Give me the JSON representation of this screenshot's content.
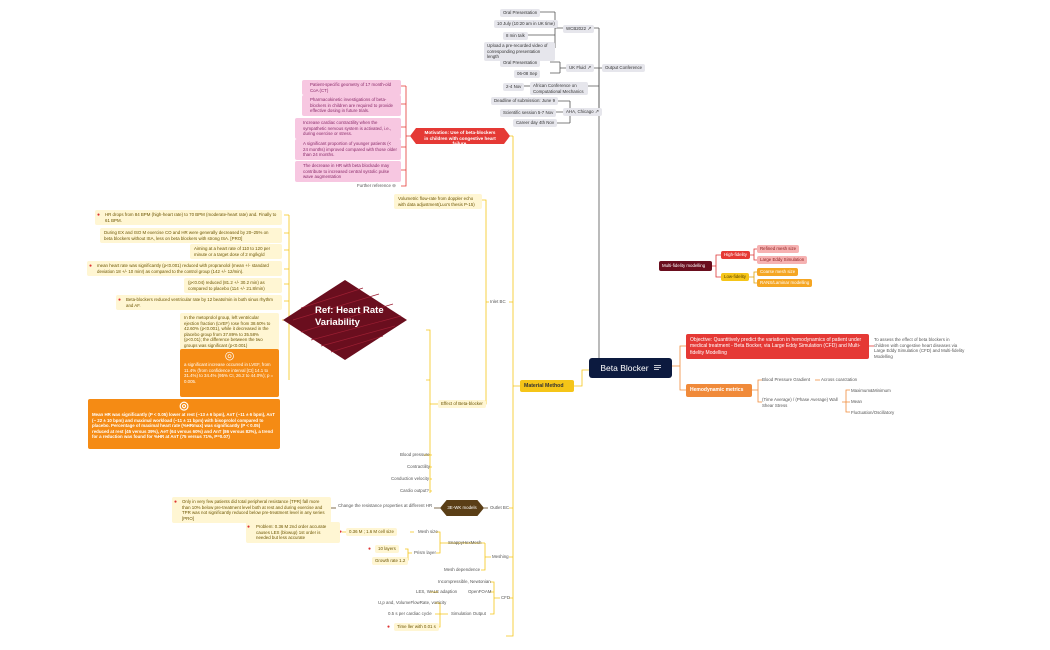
{
  "central": {
    "title": "Beta Blocker",
    "icon": "notes-icon"
  },
  "objective": {
    "label": "Objective: Quantitively predict the variation in hemodynamics of patient under medical treatment - Beta Bocker, via Large Eddy Simulation (CFD) and Multi-fidelity Modelling",
    "note": "To assess the effect of beta blockers in children with congestive heart diseases via Large Eddy Simulation (CFD) and Multi-fidelity Modelling"
  },
  "hemodynamic": {
    "label": "Hemodynamic metrics",
    "bp": "Blood Pressure Gradient",
    "bp_child": "Across coarctation",
    "wss": "(Time Average) / (Phase Average) Wall Shear Stress",
    "wss_children": [
      "Maximum&Minimum",
      "Mean",
      "Fluctuation/Oscillatory"
    ]
  },
  "multifidelity": {
    "label": "Multi-fidelity modelling",
    "high": "High-fidelity",
    "high_children": [
      "Refined mesh size",
      "Large Eddy Simulation"
    ],
    "low": "Low-fidelity",
    "low_children": [
      "Coarse mesh size",
      "RANS/Laminar modelling"
    ]
  },
  "conference": {
    "label": "Output Conference",
    "wcb": {
      "label": "WCB2022",
      "items": [
        "Oral Presentation",
        "10 July (10:20 am in UK time)",
        "8 min talk",
        "Upload a pre-recorded video of corresponding presentation length"
      ]
    },
    "uk": {
      "label": "UK Fluid",
      "items": [
        "Oral Presentation",
        "06-08 Sep"
      ]
    },
    "african": {
      "label": "African Conference on Computational Mechanics",
      "date": "2-4 Nov"
    },
    "aha": {
      "label": "AHA, Chicago",
      "items": [
        "Deadline of submission: June 9",
        "Scientific session 5-7 Nov",
        "Career day 4th Nov"
      ]
    }
  },
  "material": {
    "label": "Material Method"
  },
  "motivation": {
    "label": "Motivation: Use of beta-blockers in children with congestive heart failure.",
    "items": [
      "Patient-specific geometry of 17 month-old CoA (CT)",
      "Pharmacokinetic investigations of beta-blockers in children are required to provide effective dosing in future trials.",
      "Increase cardiac contractility when the sympathetic nervous system is activated, i.e., during exercise or stress.",
      "A significant proportion of younger patients (< 24 months) improved compared with those older than 24 months.",
      "The decrease in HR with beta blockade may contribute to increased central systolic pulse wave augmentation"
    ],
    "further": "Further reference"
  },
  "inlet": {
    "label": "Inlet BC",
    "volumetric": "Volumetric flow-rate from doppler echo with data adjustment(Luo's thesis P-15)"
  },
  "hrv": {
    "label": "Ref: Heart Rate Variability"
  },
  "effect": {
    "label": "Effect of Beta-blocker",
    "items": [
      "HR drops from 84 BPM (high-heart rate) to 70 BPM (moderate-heart rate) and. Finally to 61 BPM.",
      "During EX and ISO M exercise CO and HR were generally decreased by 20–25% on beta blockers without ISA, less on beta blockers with strong ISA. [PRO]",
      "Aiming at a heart rate of 110 to 120 per minute or a target dose of 2 mg/kg/d",
      "mean heart rate was significantly (p<0.001) reduced with propranolol (mean +/- standard deviation 18 +/- 10 min!) as compared to the control group (142 +/- 12/min).",
      "(p<0.04) reduced (81.2 +/- 30.2 min) as compared to placebo (114 +/- 21.8/min)",
      "Beta-blockers reduced ventricular rate by 12 beats/min in both sinus rhythm and AF.",
      "In the metoprolol group, left ventricular ejection fraction (LVEF) rose from 38.60% to 42.60% (p<0.001), while it decreased in the placebo group from 37.89% to 35.58% (p<0.01); the difference between the two groups was significant (p<0.001)",
      "a significant increase occurred in LVEF, from 11.4% (from confidence interval [CI] 14.1 to 31.4%) to 34.4% (95% CI, 26.2 to 44.0%); p = 0.005.",
      "Mean HR was significantly (P < 0.05) lower at rest (−13 ± 6 bpm), AnT (−11 ± 6 bpm), AnT (− 22 ± 10 bpm) and maximal workload (−11 ± 11 bpm) with bisoprolol compared to placebo. Percentage of maximal heart rate (%HRmax) was significantly (P < 0.05) reduced at rest (45 versus 39%), AeT (64 versus 60%) and AnT (86 versus 82%), a trend for a reduction was found for %HR at AnT (75 versus 71%, P=0.07)"
    ],
    "plain": [
      "Blood pressure",
      "Contractility",
      "Conduction velocity",
      "Cardio output?"
    ]
  },
  "outlet": {
    "label": "Outlet BC",
    "model": "3E-WK models",
    "change": "Change the resistance properties at different HR",
    "note": "Only in very few patients did total peripheral resistance (TPR) fall more than 10% below pre-treatment level both at rest and during exercise and TPR was not significantly reduced below pre-treatment level in any series [PRO]"
  },
  "meshing": {
    "label": "Meshing",
    "snappy": "SnappyHexMesh",
    "mesh_size": "Mesh size",
    "mesh_size_value": "0.36 M ; 1.6 M cell size",
    "problem": "Problem: 0.36 M 2nd order accurate causes LES (blowup) 1st order is needed but less accurate",
    "prism": "Prism layer",
    "prism_items": [
      "10 layers",
      "Growth rate 1.2"
    ],
    "dependence": "Mesh dependence"
  },
  "cfd": {
    "label": "CFD",
    "incompressible": "Incompressible, Newtonian",
    "openfoam": "OpenFOAM",
    "les": "LES, WALE adaption",
    "sim_output": "Simulation Output",
    "output_items": [
      "U,p and, VolumeFlowRate, vorticity",
      "0.5 s per cardiac cycle",
      "Time ller with 0.01 s"
    ]
  },
  "colors": {
    "central": "#0c1a3f",
    "objective": "#e53935",
    "hemodynamic": "#f08a3a",
    "material": "#f5c518",
    "hrv": "#6a0e1e",
    "pink": "#f7c7e1",
    "orange": "#f58b14"
  }
}
